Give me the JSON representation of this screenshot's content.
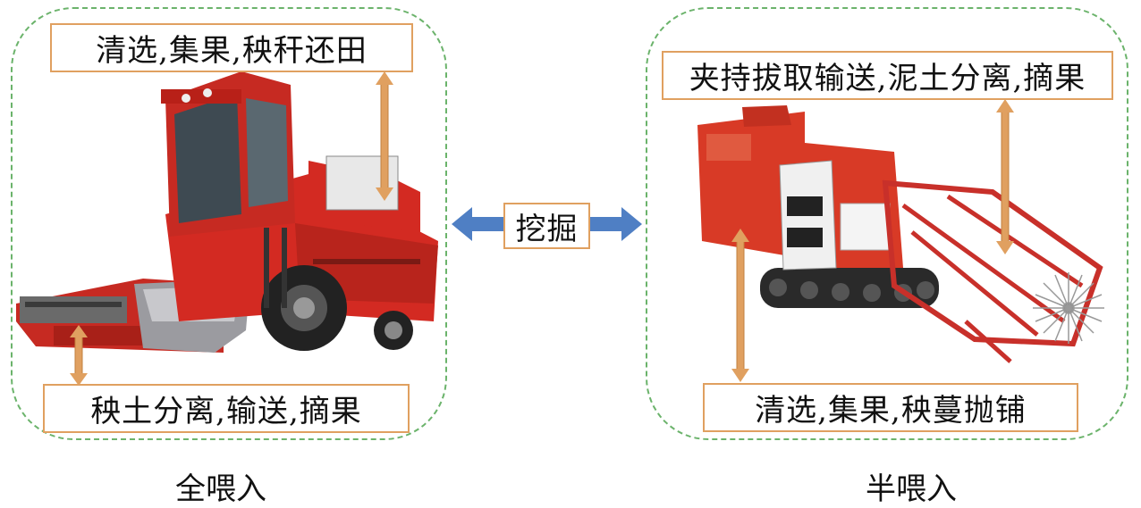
{
  "full_feed": {
    "top_label": "清选,集果,秧秆还田",
    "bottom_label": "秧土分离,输送,摘果",
    "caption": "全喂入"
  },
  "center": {
    "label": "挖掘"
  },
  "half_feed": {
    "top_label": "夹持拔取输送,泥土分离,摘果",
    "bottom_label": "清选,集果,秧蔓抛铺",
    "caption": "半喂入"
  },
  "colors": {
    "panel_border": "#6bb36b",
    "box_border": "#e0a060",
    "connector": "#e0a060",
    "arrow": "#4f7fc4",
    "machine_red": "#d32a22"
  }
}
